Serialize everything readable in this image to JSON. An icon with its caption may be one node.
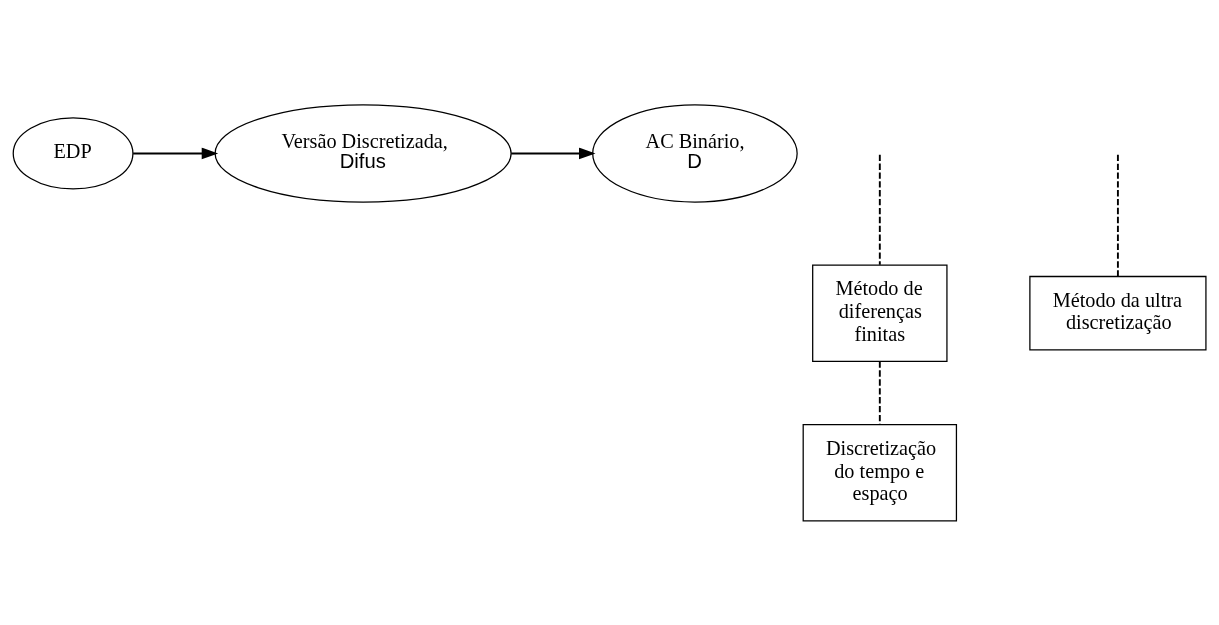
{
  "diagram": {
    "nodes": [
      {
        "text": [
          "EDP"
        ]
      },
      {
        "text": [
          "Versão Discretizada,",
          "Difus"
        ]
      },
      {
        "text": [
          "AC Binário,",
          "D"
        ]
      },
      {
        "text": [
          "Método de diferenças finitas"
        ]
      },
      {
        "text": [
          "Discretização do tempo e espaço"
        ]
      },
      {
        "text": [
          "Método da ultra discretização"
        ]
      }
    ],
    "edges": [
      {
        "from": 0,
        "to": 1,
        "arrow": "to"
      },
      {
        "from": 1,
        "to": 2,
        "arrow": "to"
      },
      {
        "from": null,
        "to": 3,
        "arrow": "none",
        "style": "dashed"
      },
      {
        "from": 3,
        "to": 4,
        "arrow": "none",
        "style": "dashed"
      },
      {
        "from": null,
        "to": 5,
        "arrow": "none",
        "style": "dashed"
      }
    ]
  }
}
